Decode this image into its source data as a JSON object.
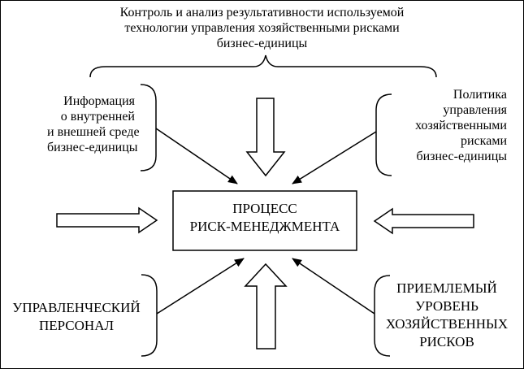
{
  "top_label": {
    "lines": [
      "Контроль и анализ результативности используемой",
      "технологии управления хозяйственными рисками",
      "бизнес-единицы"
    ]
  },
  "left_top_label": {
    "lines": [
      "Информация",
      "о внутренней",
      "и внешней среде",
      "бизнес-единицы"
    ]
  },
  "right_top_label": {
    "lines": [
      "Политика",
      "управления",
      "хозяйственными",
      "рисками",
      "бизнес-единицы"
    ]
  },
  "center_box": {
    "lines": [
      "ПРОЦЕСС",
      "РИСК-МЕНЕДЖМЕНТА"
    ]
  },
  "left_bottom_label": {
    "lines": [
      "УПРАВЛЕНЧЕСКИЙ",
      "ПЕРСОНАЛ"
    ]
  },
  "right_bottom_label": {
    "lines": [
      "ПРИЕМЛЕМЫЙ",
      "УРОВЕНЬ",
      "ХОЗЯЙСТВЕННЫХ",
      "РИСКОВ"
    ]
  }
}
